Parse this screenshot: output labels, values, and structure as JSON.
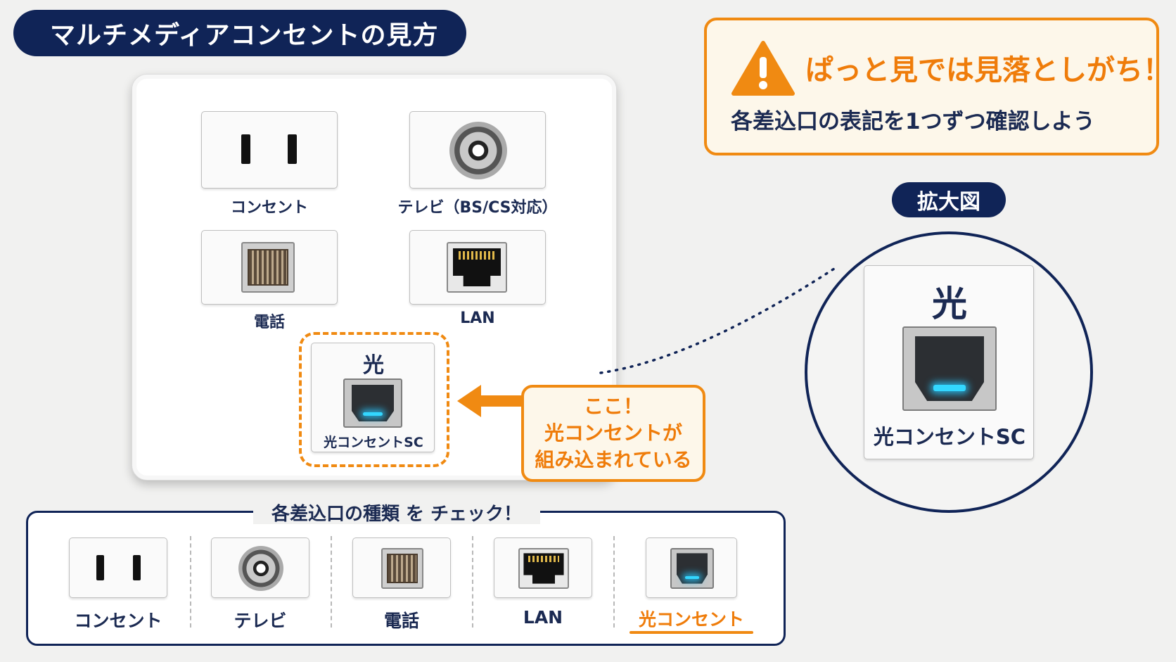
{
  "title": "マルチメディアコンセントの見方",
  "warning": {
    "heading": "ぱっと見では見落としがち！",
    "sub": "各差込口の表記を1つずつ確認しよう",
    "icon": "warning-triangle-icon",
    "color": "#f08a12"
  },
  "plate": {
    "outlet_label": "コンセント",
    "tv_label": "テレビ（BS/CS対応）",
    "phone_label": "電話",
    "lan_label": "LAN",
    "fiber_top": "光",
    "fiber_label": "光コンセントSC"
  },
  "callout": {
    "line1": "ここ！",
    "line2": "光コンセントが",
    "line3": "組み込まれている"
  },
  "zoom": {
    "badge": "拡大図",
    "top": "光",
    "label": "光コンセントSC"
  },
  "check": {
    "title": "各差込口の種類 を チェック！",
    "items": [
      "コンセント",
      "テレビ",
      "電話",
      "LAN",
      "光コンセント"
    ]
  },
  "colors": {
    "navy": "#102457",
    "orange": "#f08a12",
    "led": "#33d7ff"
  }
}
